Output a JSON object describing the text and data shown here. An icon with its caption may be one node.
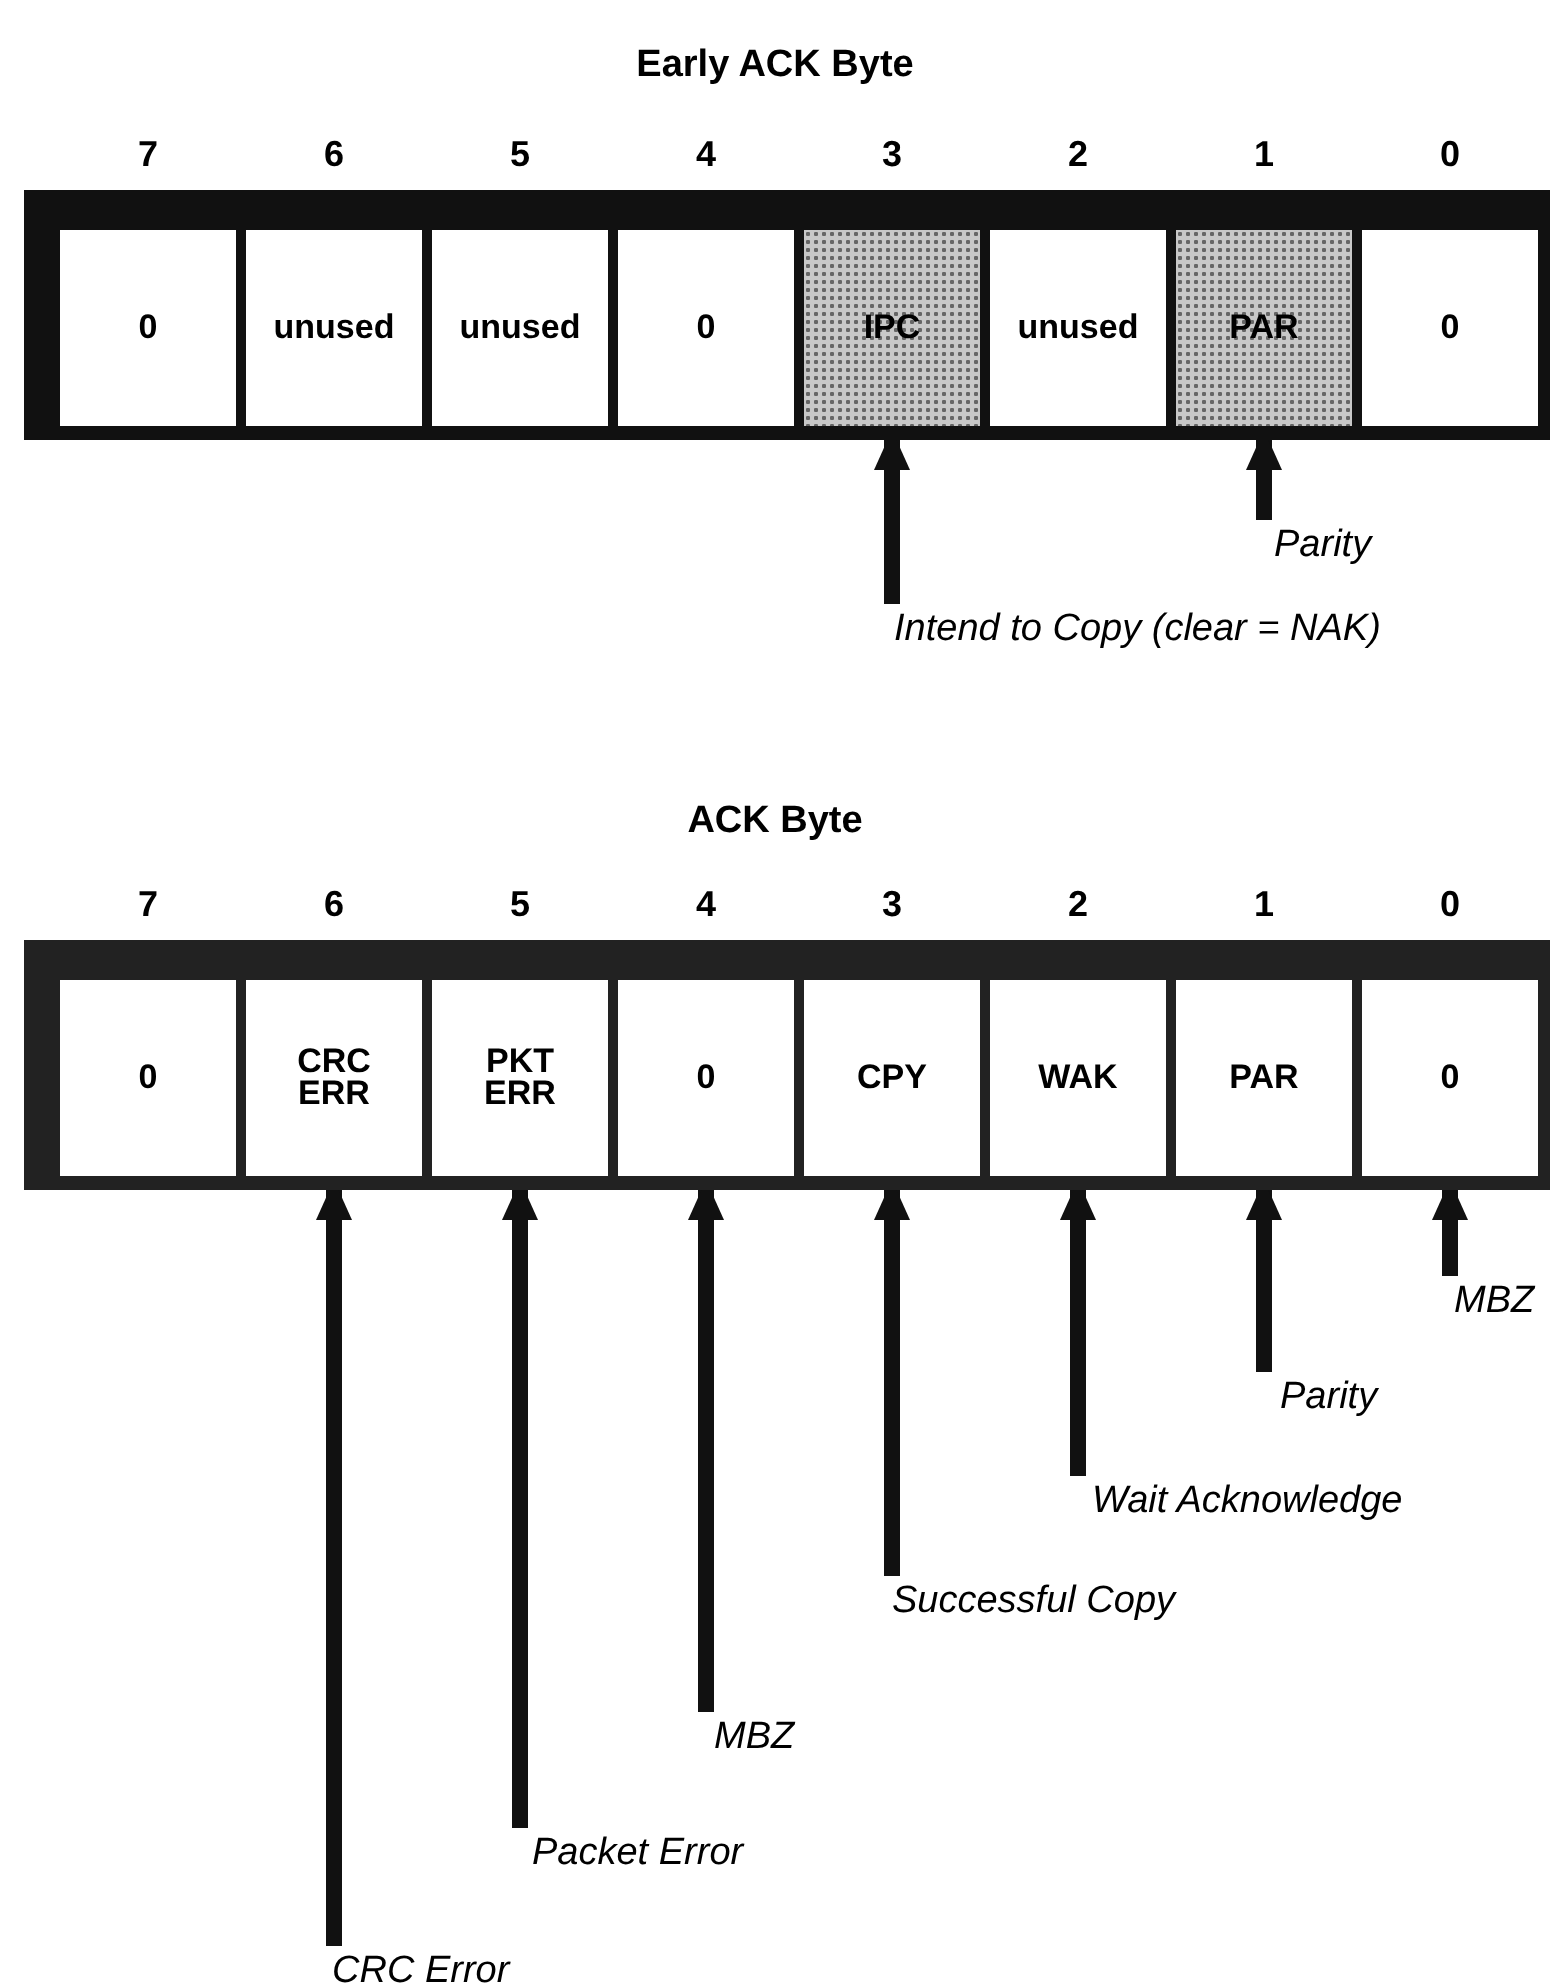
{
  "diagram": {
    "nodes": [
      {
        "text": [
          "Early ACK Byte"
        ]
      },
      {
        "text": [
          "0"
        ],
        "in": 0
      },
      {
        "text": [
          "unused"
        ],
        "in": 0
      },
      {
        "text": [
          "unused"
        ],
        "in": 0
      },
      {
        "text": [
          "0"
        ],
        "in": 0
      },
      {
        "text": [
          "IPC"
        ],
        "in": 0
      },
      {
        "text": [
          "unused"
        ],
        "in": 0
      },
      {
        "text": [
          "PAR"
        ],
        "in": 0
      },
      {
        "text": [
          "0"
        ],
        "in": 0
      },
      {
        "text": [
          "Parity"
        ]
      },
      {
        "text": [
          "Intend to Copy (clear = NAK)"
        ]
      },
      {
        "text": [
          "ACK Byte"
        ]
      },
      {
        "text": [
          "0"
        ],
        "in": 11
      },
      {
        "text": [
          "CRC ERR"
        ],
        "in": 11
      },
      {
        "text": [
          "PKT ERR"
        ],
        "in": 11
      },
      {
        "text": [
          "0"
        ],
        "in": 11
      },
      {
        "text": [
          "CPY"
        ],
        "in": 11
      },
      {
        "text": [
          "WAK"
        ],
        "in": 11
      },
      {
        "text": [
          "PAR"
        ],
        "in": 11
      },
      {
        "text": [
          "0"
        ],
        "in": 11
      },
      {
        "text": [
          "MBZ"
        ]
      },
      {
        "text": [
          "Parity"
        ]
      },
      {
        "text": [
          "Wait Acknowledge"
        ]
      },
      {
        "text": [
          "Successful Copy"
        ]
      },
      {
        "text": [
          "MBZ"
        ]
      },
      {
        "text": [
          "Packet Error"
        ]
      },
      {
        "text": [
          "CRC Error"
        ]
      }
    ],
    "edges": [
      {
        "from": 9,
        "to": 7,
        "arrow": "to"
      },
      {
        "from": 10,
        "to": 5,
        "arrow": "to"
      },
      {
        "from": 20,
        "to": 19,
        "arrow": "to"
      },
      {
        "from": 21,
        "to": 18,
        "arrow": "to"
      },
      {
        "from": 22,
        "to": 17,
        "arrow": "to"
      },
      {
        "from": 23,
        "to": 16,
        "arrow": "to"
      },
      {
        "from": 24,
        "to": 15,
        "arrow": "to"
      },
      {
        "from": 25,
        "to": 14,
        "arrow": "to"
      },
      {
        "from": 26,
        "to": 13,
        "arrow": "to"
      }
    ],
    "labels": [
      "7",
      "6",
      "5",
      "4",
      "3",
      "2",
      "1",
      "0",
      "7",
      "6",
      "5",
      "4",
      "3",
      "2",
      "1",
      "0"
    ]
  }
}
